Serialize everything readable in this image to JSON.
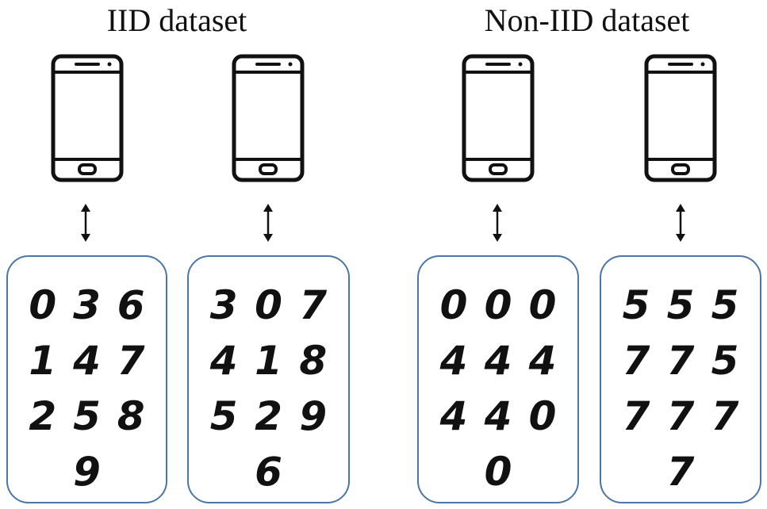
{
  "titles": {
    "iid": "IID dataset",
    "non_iid": "Non-IID dataset"
  },
  "panels": [
    {
      "digits": [
        "0",
        "3",
        "6",
        "1",
        "4",
        "7",
        "2",
        "5",
        "8",
        "9"
      ]
    },
    {
      "digits": [
        "3",
        "0",
        "7",
        "4",
        "1",
        "8",
        "5",
        "2",
        "9",
        "6"
      ]
    },
    {
      "digits": [
        "0",
        "0",
        "0",
        "4",
        "4",
        "4",
        "4",
        "4",
        "0",
        "0"
      ]
    },
    {
      "digits": [
        "5",
        "5",
        "5",
        "7",
        "7",
        "5",
        "7",
        "7",
        "7",
        "7"
      ]
    }
  ],
  "icons": {
    "device": "smartphone-icon",
    "link": "bidirectional-arrow-icon"
  },
  "colors": {
    "panel_border": "#4b76a5",
    "ink": "#111111"
  }
}
